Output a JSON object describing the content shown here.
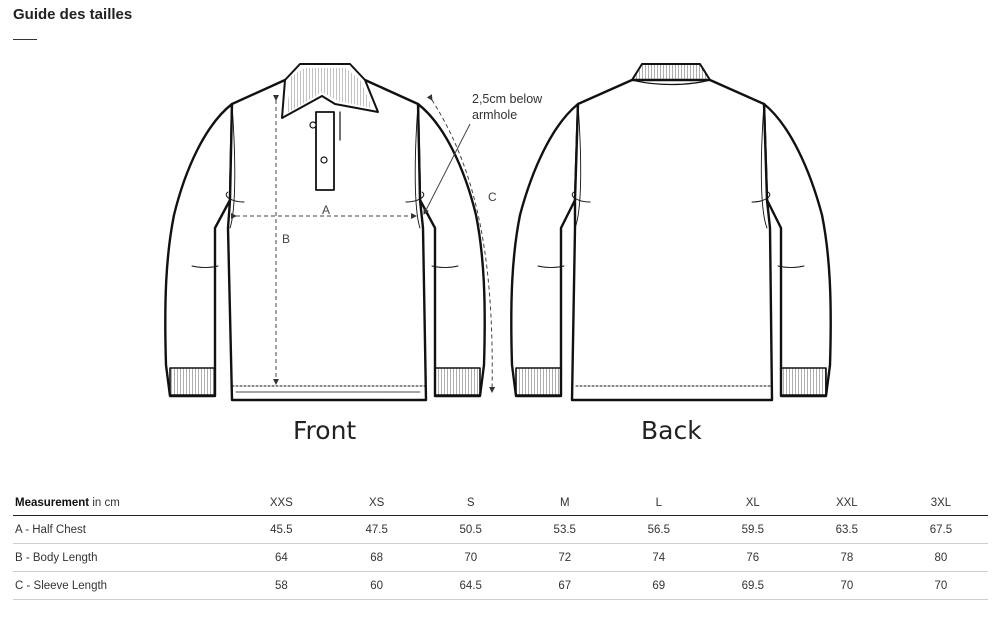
{
  "header": {
    "title": "Guide des tailles"
  },
  "views": {
    "front": "Front",
    "back": "Back"
  },
  "annotations": {
    "a": "A",
    "b": "B",
    "c": "C",
    "note_line1": "2,5cm below",
    "note_line2": "armhole"
  },
  "table": {
    "first_header_bold": "Measurement",
    "first_header_unit": " in cm",
    "sizes": [
      "XXS",
      "XS",
      "S",
      "M",
      "L",
      "XL",
      "XXL",
      "3XL"
    ],
    "rows": [
      {
        "label": "A - Half Chest",
        "values": [
          "45.5",
          "47.5",
          "50.5",
          "53.5",
          "56.5",
          "59.5",
          "63.5",
          "67.5"
        ]
      },
      {
        "label": "B - Body Length",
        "values": [
          "64",
          "68",
          "70",
          "72",
          "74",
          "76",
          "78",
          "80"
        ]
      },
      {
        "label": "C - Sleeve Length",
        "values": [
          "58",
          "60",
          "64.5",
          "67",
          "69",
          "69.5",
          "70",
          "70"
        ]
      }
    ]
  }
}
